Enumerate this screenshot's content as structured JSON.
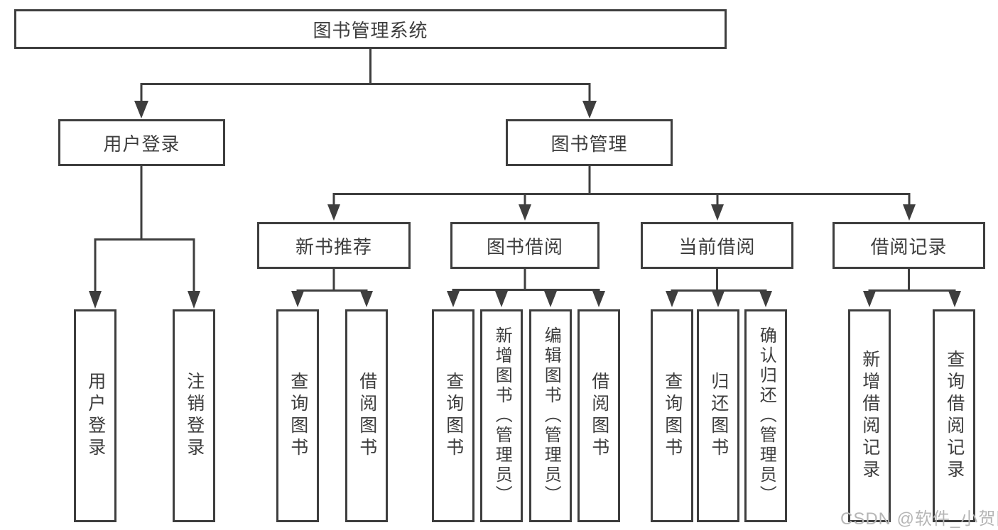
{
  "tree": {
    "root": "图书管理系统",
    "level2": [
      "用户登录",
      "图书管理"
    ],
    "level3": [
      "新书推荐",
      "图书借阅",
      "当前借阅",
      "借阅记录"
    ],
    "leaves": {
      "userLogin": [
        "用户登录",
        "注销登录"
      ],
      "newBooks": [
        "查询图书",
        "借阅图书"
      ],
      "bookBorrow": [
        "查询图书",
        "新增图书（管理员）",
        "编辑图书（管理员）",
        "借阅图书"
      ],
      "currentBorrow": [
        "查询图书",
        "归还图书",
        "确认归还（管理员）"
      ],
      "borrowRecords": [
        "新增借阅记录",
        "查询借阅记录"
      ]
    }
  },
  "watermark": "CSDN @软件_小贺同学",
  "colors": {
    "line": "#3e3e3e",
    "text": "#3d3d3d",
    "background": "#ffffff",
    "watermark": "#b6b6b6"
  }
}
